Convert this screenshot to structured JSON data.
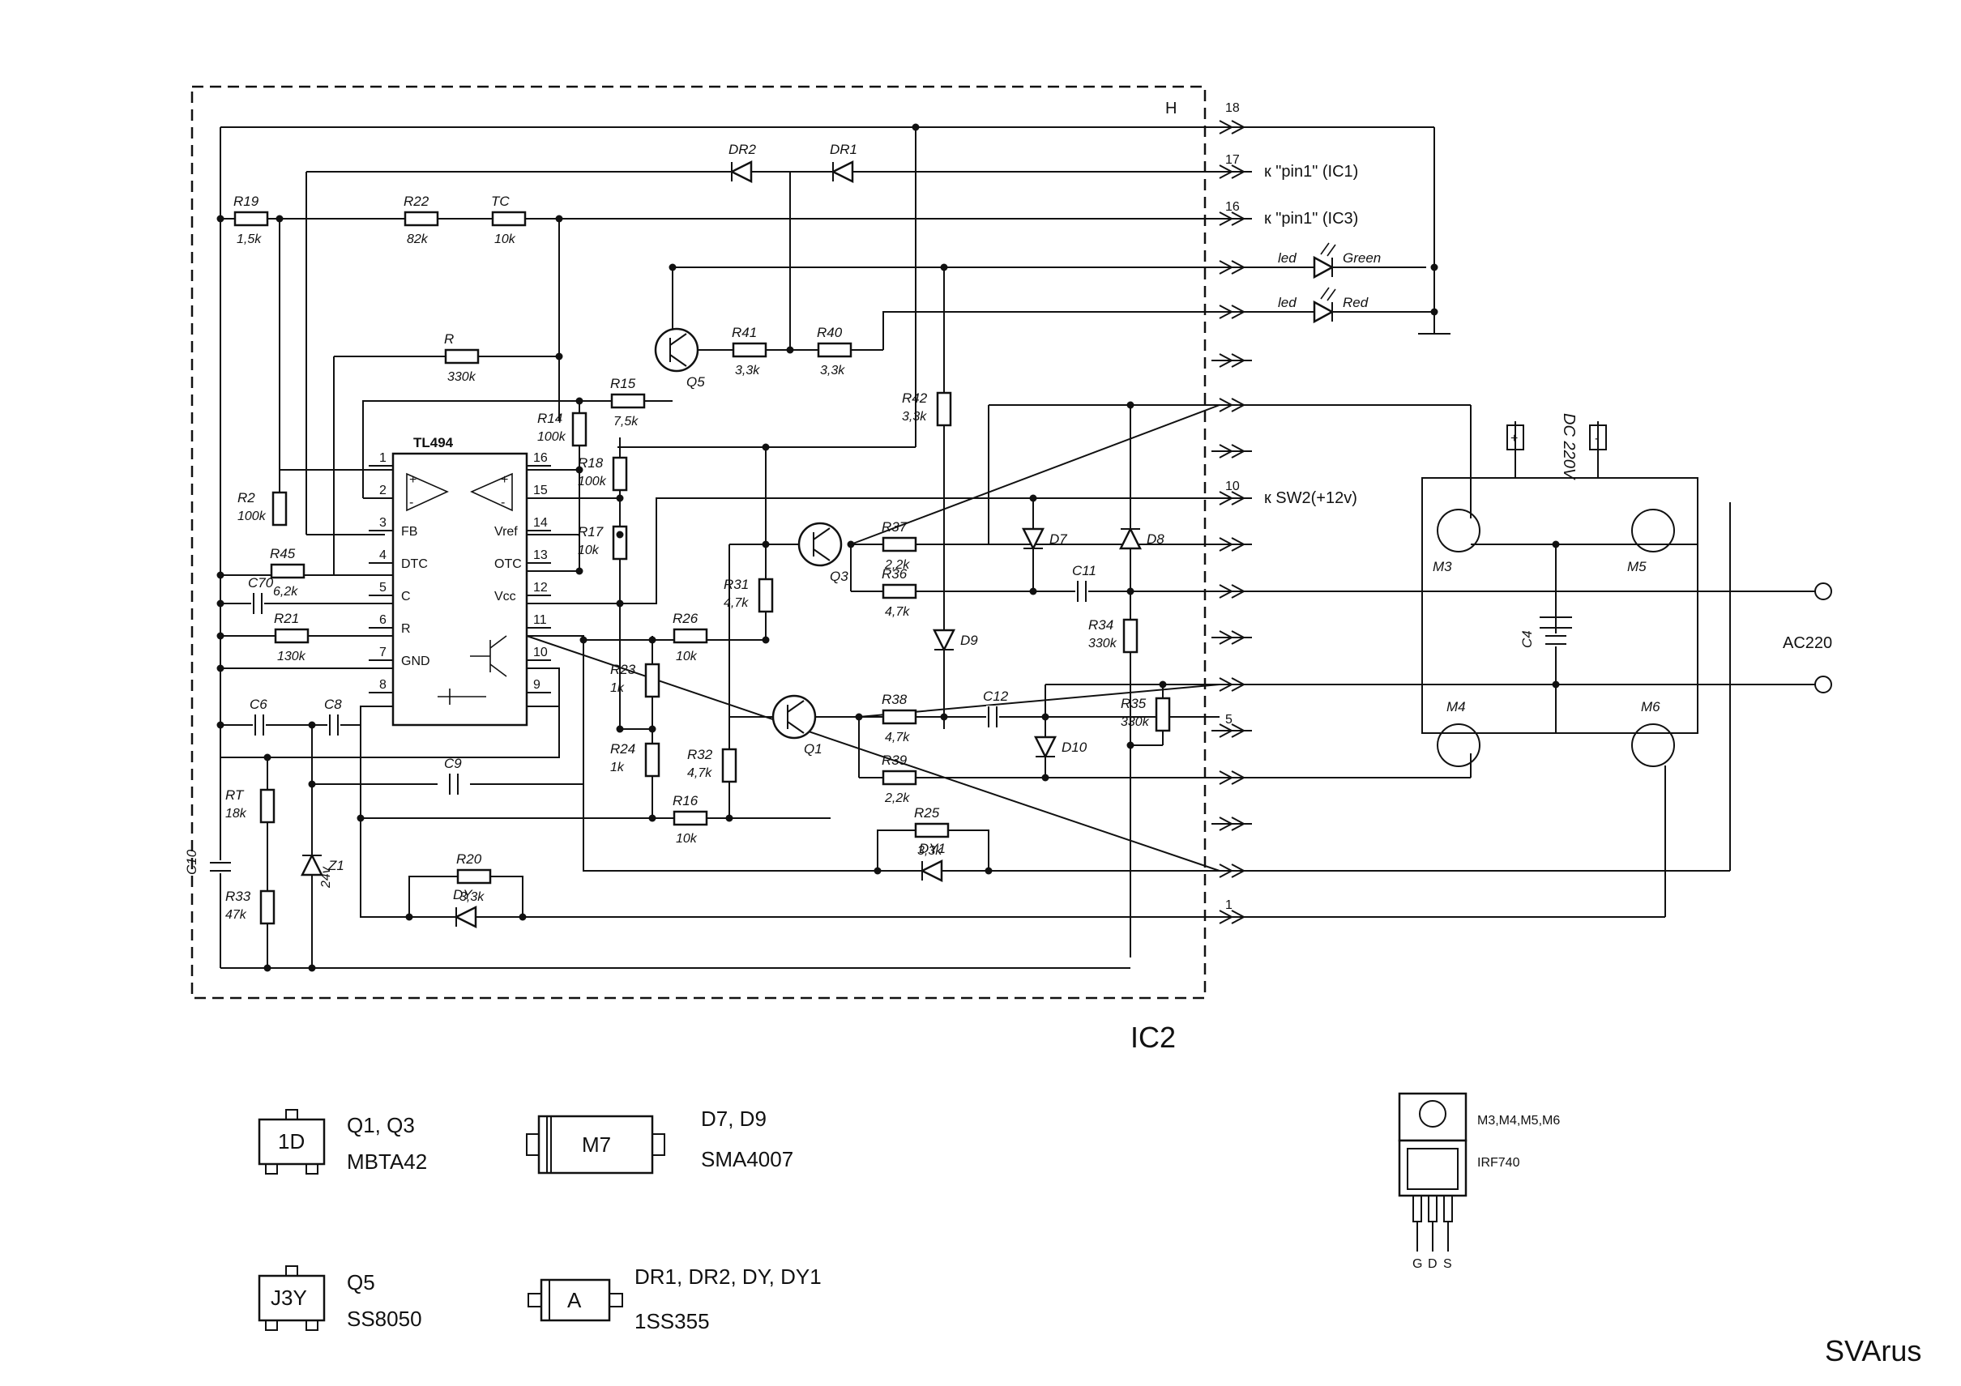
{
  "block": {
    "name": "IC2",
    "corner_label": "H"
  },
  "ic": {
    "name": "TL494",
    "left_pins": [
      {
        "num": "1",
        "name": ""
      },
      {
        "num": "2",
        "name": ""
      },
      {
        "num": "3",
        "name": "FB"
      },
      {
        "num": "4",
        "name": "DTC"
      },
      {
        "num": "5",
        "name": "C"
      },
      {
        "num": "6",
        "name": "R"
      },
      {
        "num": "7",
        "name": "GND"
      },
      {
        "num": "8",
        "name": ""
      }
    ],
    "right_pins": [
      {
        "num": "16",
        "name": ""
      },
      {
        "num": "15",
        "name": ""
      },
      {
        "num": "14",
        "name": "Vref"
      },
      {
        "num": "13",
        "name": "OTC"
      },
      {
        "num": "12",
        "name": "Vcc"
      },
      {
        "num": "11",
        "name": ""
      },
      {
        "num": "10",
        "name": ""
      },
      {
        "num": "9",
        "name": ""
      }
    ]
  },
  "connector_pins": {
    "p18": "18",
    "p17": "17",
    "p16": "16",
    "p10": "10",
    "p5": "5",
    "p1": "1"
  },
  "nets": {
    "n17": "к \"pin1\" (IC1)",
    "n16": "к \"pin1\" (IC3)",
    "n10": "к SW2(+12v)",
    "ac": "AC220",
    "dc": "DC 220V",
    "plus": "+",
    "minus": "-"
  },
  "components": {
    "R19": {
      "ref": "R19",
      "val": "1,5k"
    },
    "R22": {
      "ref": "R22",
      "val": "82k"
    },
    "TC": {
      "ref": "TC",
      "val": "10k"
    },
    "R": {
      "ref": "R",
      "val": "330k"
    },
    "R14": {
      "ref": "R14",
      "val": "100k"
    },
    "R15": {
      "ref": "R15",
      "val": "7,5k"
    },
    "R18": {
      "ref": "R18",
      "val": "100k"
    },
    "R17": {
      "ref": "R17",
      "val": "10k"
    },
    "R2": {
      "ref": "R2",
      "val": "100k"
    },
    "R45": {
      "ref": "R45",
      "val": "6,2k"
    },
    "C70": {
      "ref": "C70"
    },
    "R21": {
      "ref": "R21",
      "val": "130k"
    },
    "C6": {
      "ref": "C6"
    },
    "C8": {
      "ref": "C8"
    },
    "C9": {
      "ref": "C9"
    },
    "C10": {
      "ref": "C10"
    },
    "RT": {
      "ref": "RT",
      "val": "18k"
    },
    "R33": {
      "ref": "R33",
      "val": "47k"
    },
    "Z1": {
      "ref": "Z1",
      "val": "24v"
    },
    "R20": {
      "ref": "R20",
      "val": "3,3k"
    },
    "DY": {
      "ref": "DY"
    },
    "R41": {
      "ref": "R41",
      "val": "3,3k"
    },
    "R40": {
      "ref": "R40",
      "val": "3,3k"
    },
    "Q5": {
      "ref": "Q5"
    },
    "DR1": {
      "ref": "DR1"
    },
    "DR2": {
      "ref": "DR2"
    },
    "R42": {
      "ref": "R42",
      "val": "3,3k"
    },
    "R37": {
      "ref": "R37",
      "val": "2,2k"
    },
    "R36": {
      "ref": "R36",
      "val": "4,7k"
    },
    "R31": {
      "ref": "R31",
      "val": "4,7k"
    },
    "Q3": {
      "ref": "Q3"
    },
    "R26": {
      "ref": "R26",
      "val": "10k"
    },
    "R23": {
      "ref": "R23",
      "val": "1k"
    },
    "R24": {
      "ref": "R24",
      "val": "1k"
    },
    "R32": {
      "ref": "R32",
      "val": "4,7k"
    },
    "Q1": {
      "ref": "Q1"
    },
    "R16": {
      "ref": "R16",
      "val": "10k"
    },
    "R38": {
      "ref": "R38",
      "val": "4,7k"
    },
    "R39": {
      "ref": "R39",
      "val": "2,2k"
    },
    "R25": {
      "ref": "R25",
      "val": "3,3k"
    },
    "DY1": {
      "ref": "DY1"
    },
    "D7": {
      "ref": "D7"
    },
    "D8": {
      "ref": "D8"
    },
    "D9": {
      "ref": "D9"
    },
    "D10": {
      "ref": "D10"
    },
    "C11": {
      "ref": "C11"
    },
    "C12": {
      "ref": "C12"
    },
    "R34": {
      "ref": "R34",
      "val": "330k"
    },
    "R35": {
      "ref": "R35",
      "val": "330k"
    },
    "C4": {
      "ref": "C4"
    },
    "M3": {
      "ref": "M3"
    },
    "M4": {
      "ref": "M4"
    },
    "M5": {
      "ref": "M5"
    },
    "M6": {
      "ref": "M6"
    },
    "LEDG": {
      "ref": "led",
      "val": "Green"
    },
    "LEDR": {
      "ref": "led",
      "val": "Red"
    }
  },
  "legend": [
    {
      "marking": "1D",
      "parts": "Q1, Q3",
      "model": "MBTA42"
    },
    {
      "marking": "M7",
      "parts": "D7, D9",
      "model": "SMA4007"
    },
    {
      "marking": "J3Y",
      "parts": "Q5",
      "model": "SS8050"
    },
    {
      "marking": "A",
      "parts": "DR1, DR2, DY, DY1",
      "model": "1SS355"
    }
  ],
  "mosfet_legend": {
    "parts": "M3,M4,M5,M6",
    "model": "IRF740",
    "pins": [
      "G",
      "D",
      "S"
    ]
  },
  "author": "SVArus"
}
